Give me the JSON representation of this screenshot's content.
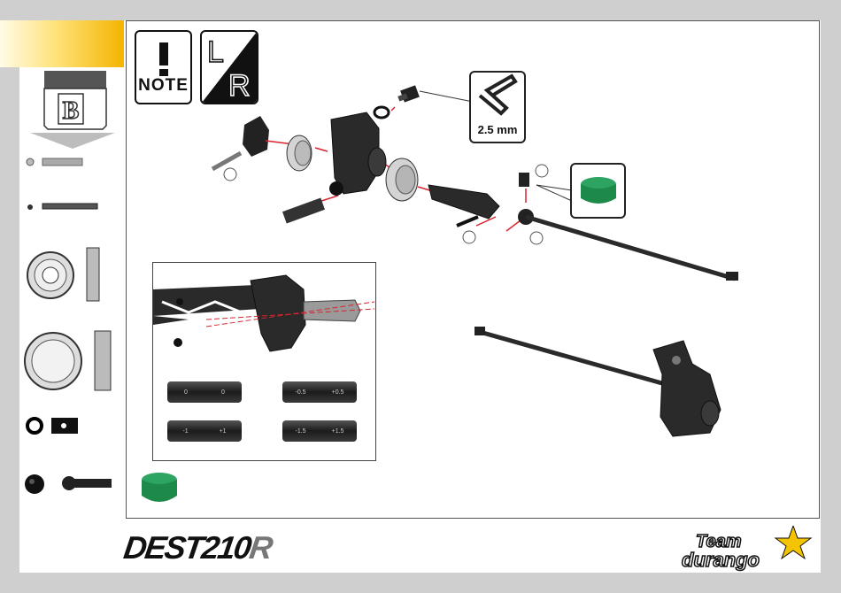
{
  "header": {
    "step_label": ""
  },
  "note": {
    "label": "NOTE"
  },
  "side_badge": {
    "letters": [
      "L",
      "R"
    ]
  },
  "bag": {
    "label": "B"
  },
  "tool_callout": {
    "label": "2.5 mm"
  },
  "grease_callout": {
    "color": "#1e8a4a"
  },
  "inset": {
    "spacers": [
      {
        "left": "0",
        "right": "0"
      },
      {
        "left": "-0.5",
        "right": "+0.5"
      },
      {
        "left": "-1",
        "right": "+1"
      },
      {
        "left": "-1.5",
        "right": "+1.5"
      }
    ]
  },
  "footer": {
    "product_logo": "DEST210",
    "product_logo_suffix": "R",
    "brand_logo_line1": "Team",
    "brand_logo_line2": "durango"
  },
  "colors": {
    "accent": "#f4b400",
    "frame": "#cfcfcf",
    "grease": "#1e8a4a",
    "leader": "#d9232e"
  }
}
